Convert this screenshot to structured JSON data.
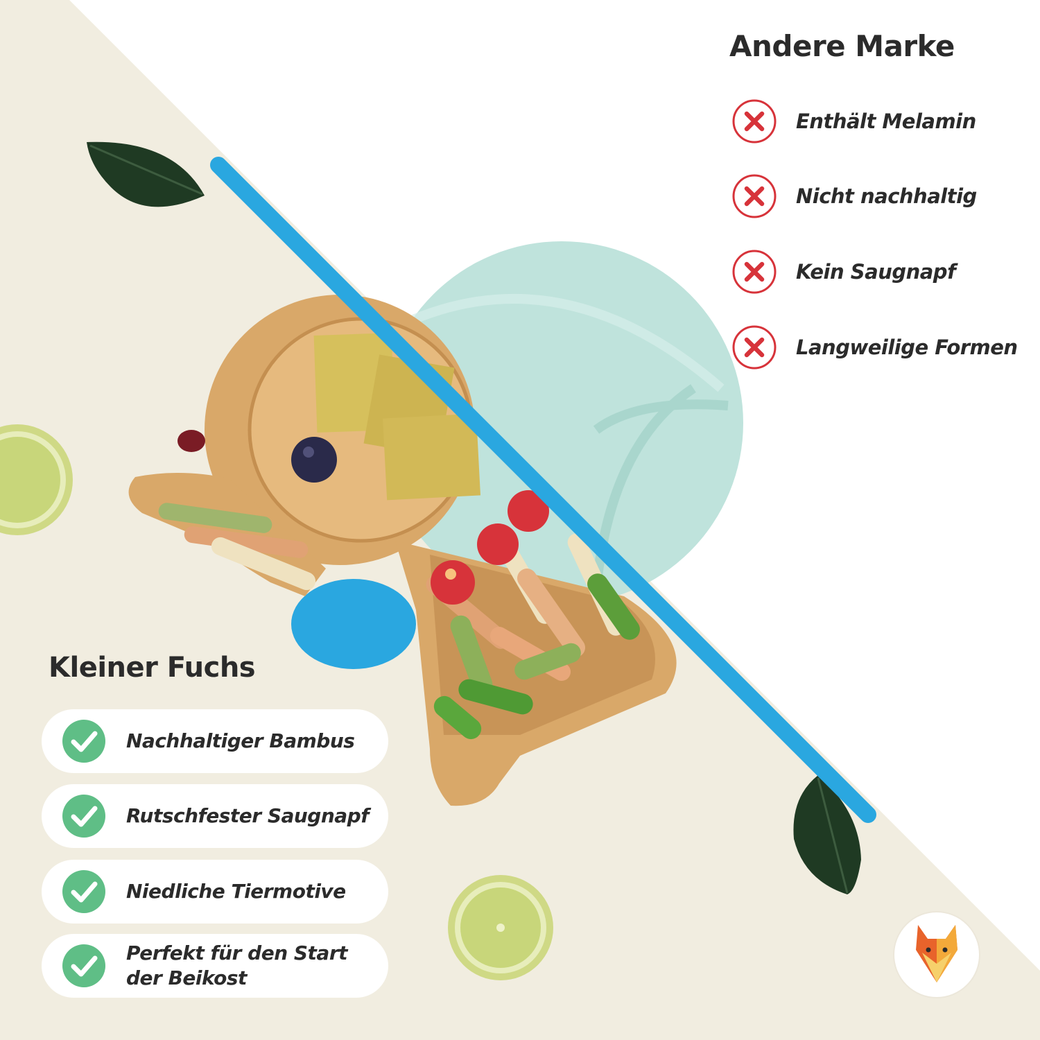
{
  "competitor": {
    "heading": "Andere Marke",
    "cons": [
      {
        "label": "Enthält Melamin",
        "icon": "x-circle-icon"
      },
      {
        "label": "Nicht nachhaltig",
        "icon": "x-circle-icon"
      },
      {
        "label": "Kein Saugnapf",
        "icon": "x-circle-icon"
      },
      {
        "label": "Langweilige Formen",
        "icon": "x-circle-icon"
      }
    ]
  },
  "brand": {
    "heading": "Kleiner Fuchs",
    "pros": [
      {
        "label": "Nachhaltiger Bambus",
        "icon": "check-circle-icon"
      },
      {
        "label": "Rutschfester Saugnapf",
        "icon": "check-circle-icon"
      },
      {
        "label": "Niedliche Tiermotive",
        "icon": "check-circle-icon"
      },
      {
        "label": "Perfekt für den Start der Beikost",
        "icon": "check-circle-icon"
      }
    ],
    "logo_icon": "fox-logo-icon"
  },
  "colors": {
    "background_cream": "#f1ede0",
    "background_white": "#ffffff",
    "divider_blue": "#2aa7e0",
    "plate_mint": "#bfe3dc",
    "bamboo": "#d9a869",
    "check_green": "#5fbe86",
    "cross_red": "#d7333a",
    "text": "#2b2b2b"
  }
}
